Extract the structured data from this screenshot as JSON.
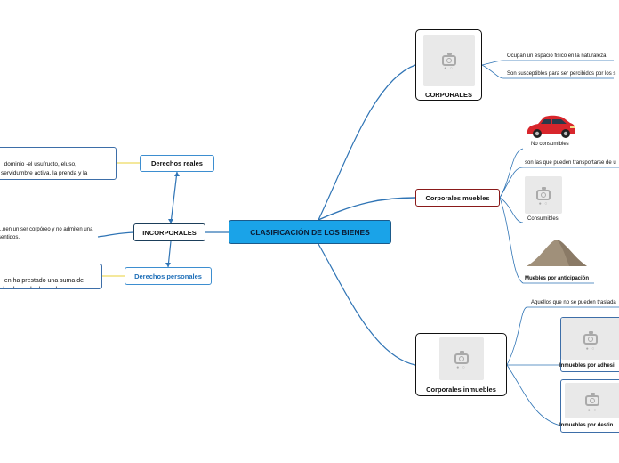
{
  "central": {
    "label": "CLASIFICACIÓN DE LOS BIENES"
  },
  "incorporales": {
    "label": "INCORPORALES",
    "note": "...nen un ser corpóreo y no admiten una\nsentidos.",
    "reales": {
      "label": "Derechos reales",
      "note": "dominio -el usufructo, eluso,\nservidumbre activa, la prenda y la"
    },
    "personales": {
      "label": "Derechos personales",
      "note": "en ha prestado una suma de\ndeudor se la de vuelva."
    }
  },
  "corporales": {
    "label": "CORPORALES",
    "children": [
      "Ocupan un espacio fisico en la naturaleza",
      "Son susceptibles para ser percibidos por los s"
    ]
  },
  "muebles": {
    "label": "Corporales muebles",
    "no_consumibles": "No consumibles",
    "transportar": "son las que pueden transportarse de u",
    "consumibles": "Consumibles",
    "anticipacion": "Muebles por anticipación"
  },
  "inmuebles": {
    "label": "Corporales inmuebles",
    "trasladar": "Aquellos que no se pueden traslada",
    "adhesion": "Inmuebles por adhesi",
    "destino": "Inmuebles por destin"
  },
  "colors": {
    "central_fill": "#1aa3e8",
    "link_blue": "#2f74b5",
    "muebles_border": "#8a1a1a",
    "car_red": "#d8262c",
    "sand": "#a0907a"
  }
}
